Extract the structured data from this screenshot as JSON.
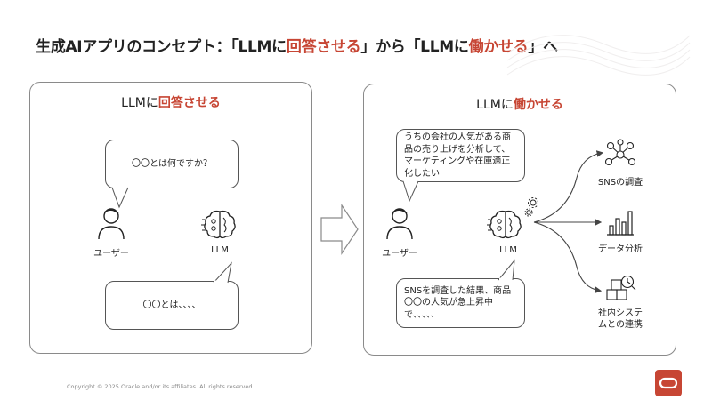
{
  "title": {
    "part1": "生成AIアプリのコンセプト：「LLMに",
    "accent1": "回答させる",
    "part2": "」から「LLMに",
    "accent2": "働かせる",
    "part3": "」へ"
  },
  "left_panel": {
    "title_prefix": "LLMに",
    "title_accent": "回答させる",
    "question_bubble": "〇〇とは何ですか？",
    "answer_bubble": "〇〇とは、、、、",
    "user_label": "ユーザー",
    "llm_label": "LLM"
  },
  "right_panel": {
    "title_prefix": "LLMに",
    "title_accent": "働かせる",
    "request_bubble": "うちの会社の人気がある商品の売り上げを分析して、マーケティングや在庫適正化したい",
    "result_bubble": "SNSを調査した結果、商品〇〇の人気が急上昇中で、、、、、",
    "user_label": "ユーザー",
    "llm_label": "LLM",
    "tools": [
      {
        "label": "SNSの調査",
        "icon": "social-network-icon"
      },
      {
        "label": "データ分析",
        "icon": "bar-chart-icon"
      },
      {
        "label": "社内システムとの連携",
        "icon": "internal-system-icon"
      }
    ]
  },
  "footer": {
    "copyright": "Copyright © 2025 Oracle and/or its affiliates. All rights reserved."
  },
  "colors": {
    "accent": "#c74634",
    "border": "#8a8a8a"
  }
}
